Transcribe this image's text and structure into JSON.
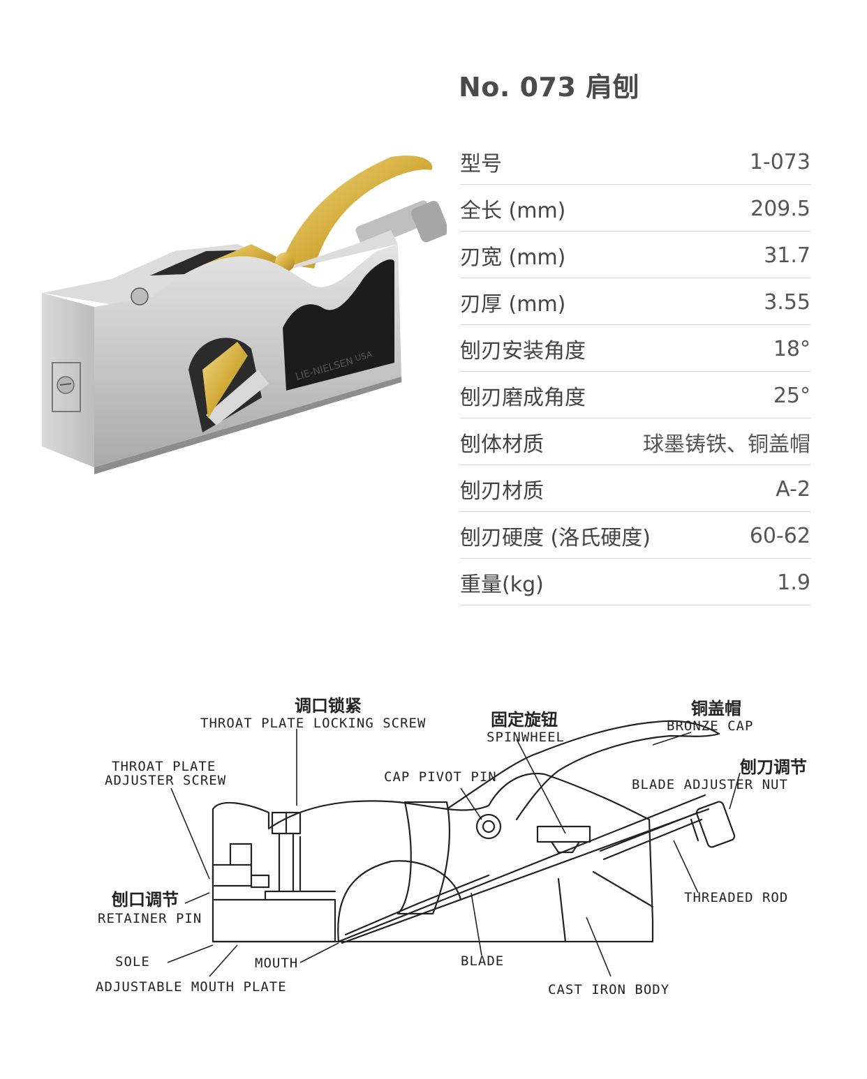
{
  "title": "No. 073 肩刨",
  "specs": [
    {
      "label": "型号",
      "value": "1-073"
    },
    {
      "label": "全长 (mm)",
      "value": "209.5"
    },
    {
      "label": "刃宽 (mm)",
      "value": "31.7"
    },
    {
      "label": "刃厚 (mm)",
      "value": "3.55"
    },
    {
      "label": "刨刃安装角度",
      "value": "18°"
    },
    {
      "label": "刨刃磨成角度",
      "value": "25°"
    },
    {
      "label": "刨体材质",
      "value": "球墨铸铁、铜盖帽"
    },
    {
      "label": "刨刃材质",
      "value": "A-2"
    },
    {
      "label": "刨刃硬度 (洛氏硬度)",
      "value": "60-62"
    },
    {
      "label": "重量(kg)",
      "value": "1.9"
    }
  ],
  "photo": {
    "body_text": "LIE-NIELSEN",
    "body_text2": "USA"
  },
  "diagram": {
    "throat_locking_cn": "调口锁紧",
    "throat_locking_en": "THROAT PLATE LOCKING SCREW",
    "spinwheel_cn": "固定旋钮",
    "spinwheel_en": "SPINWHEEL",
    "bronze_cap_cn": "铜盖帽",
    "bronze_cap_en": "BRONZE CAP",
    "blade_adjuster_cn": "刨刀调节",
    "blade_adjuster_en": "BLADE ADJUSTER NUT",
    "throat_adjuster_en_1": "THROAT PLATE",
    "throat_adjuster_en_2": "ADJUSTER SCREW",
    "cap_pivot_en": "CAP PIVOT PIN",
    "retainer_cn": "刨口调节",
    "retainer_en": "RETAINER PIN",
    "sole_en": "SOLE",
    "mouth_en": "MOUTH",
    "mouth_plate_en": "ADJUSTABLE MOUTH PLATE",
    "threaded_rod_en": "THREADED ROD",
    "blade_en": "BLADE",
    "body_en": "CAST IRON BODY"
  },
  "colors": {
    "brass": "#d8b64a",
    "steel": "#c9c9c9",
    "black": "#1a1a1a"
  }
}
